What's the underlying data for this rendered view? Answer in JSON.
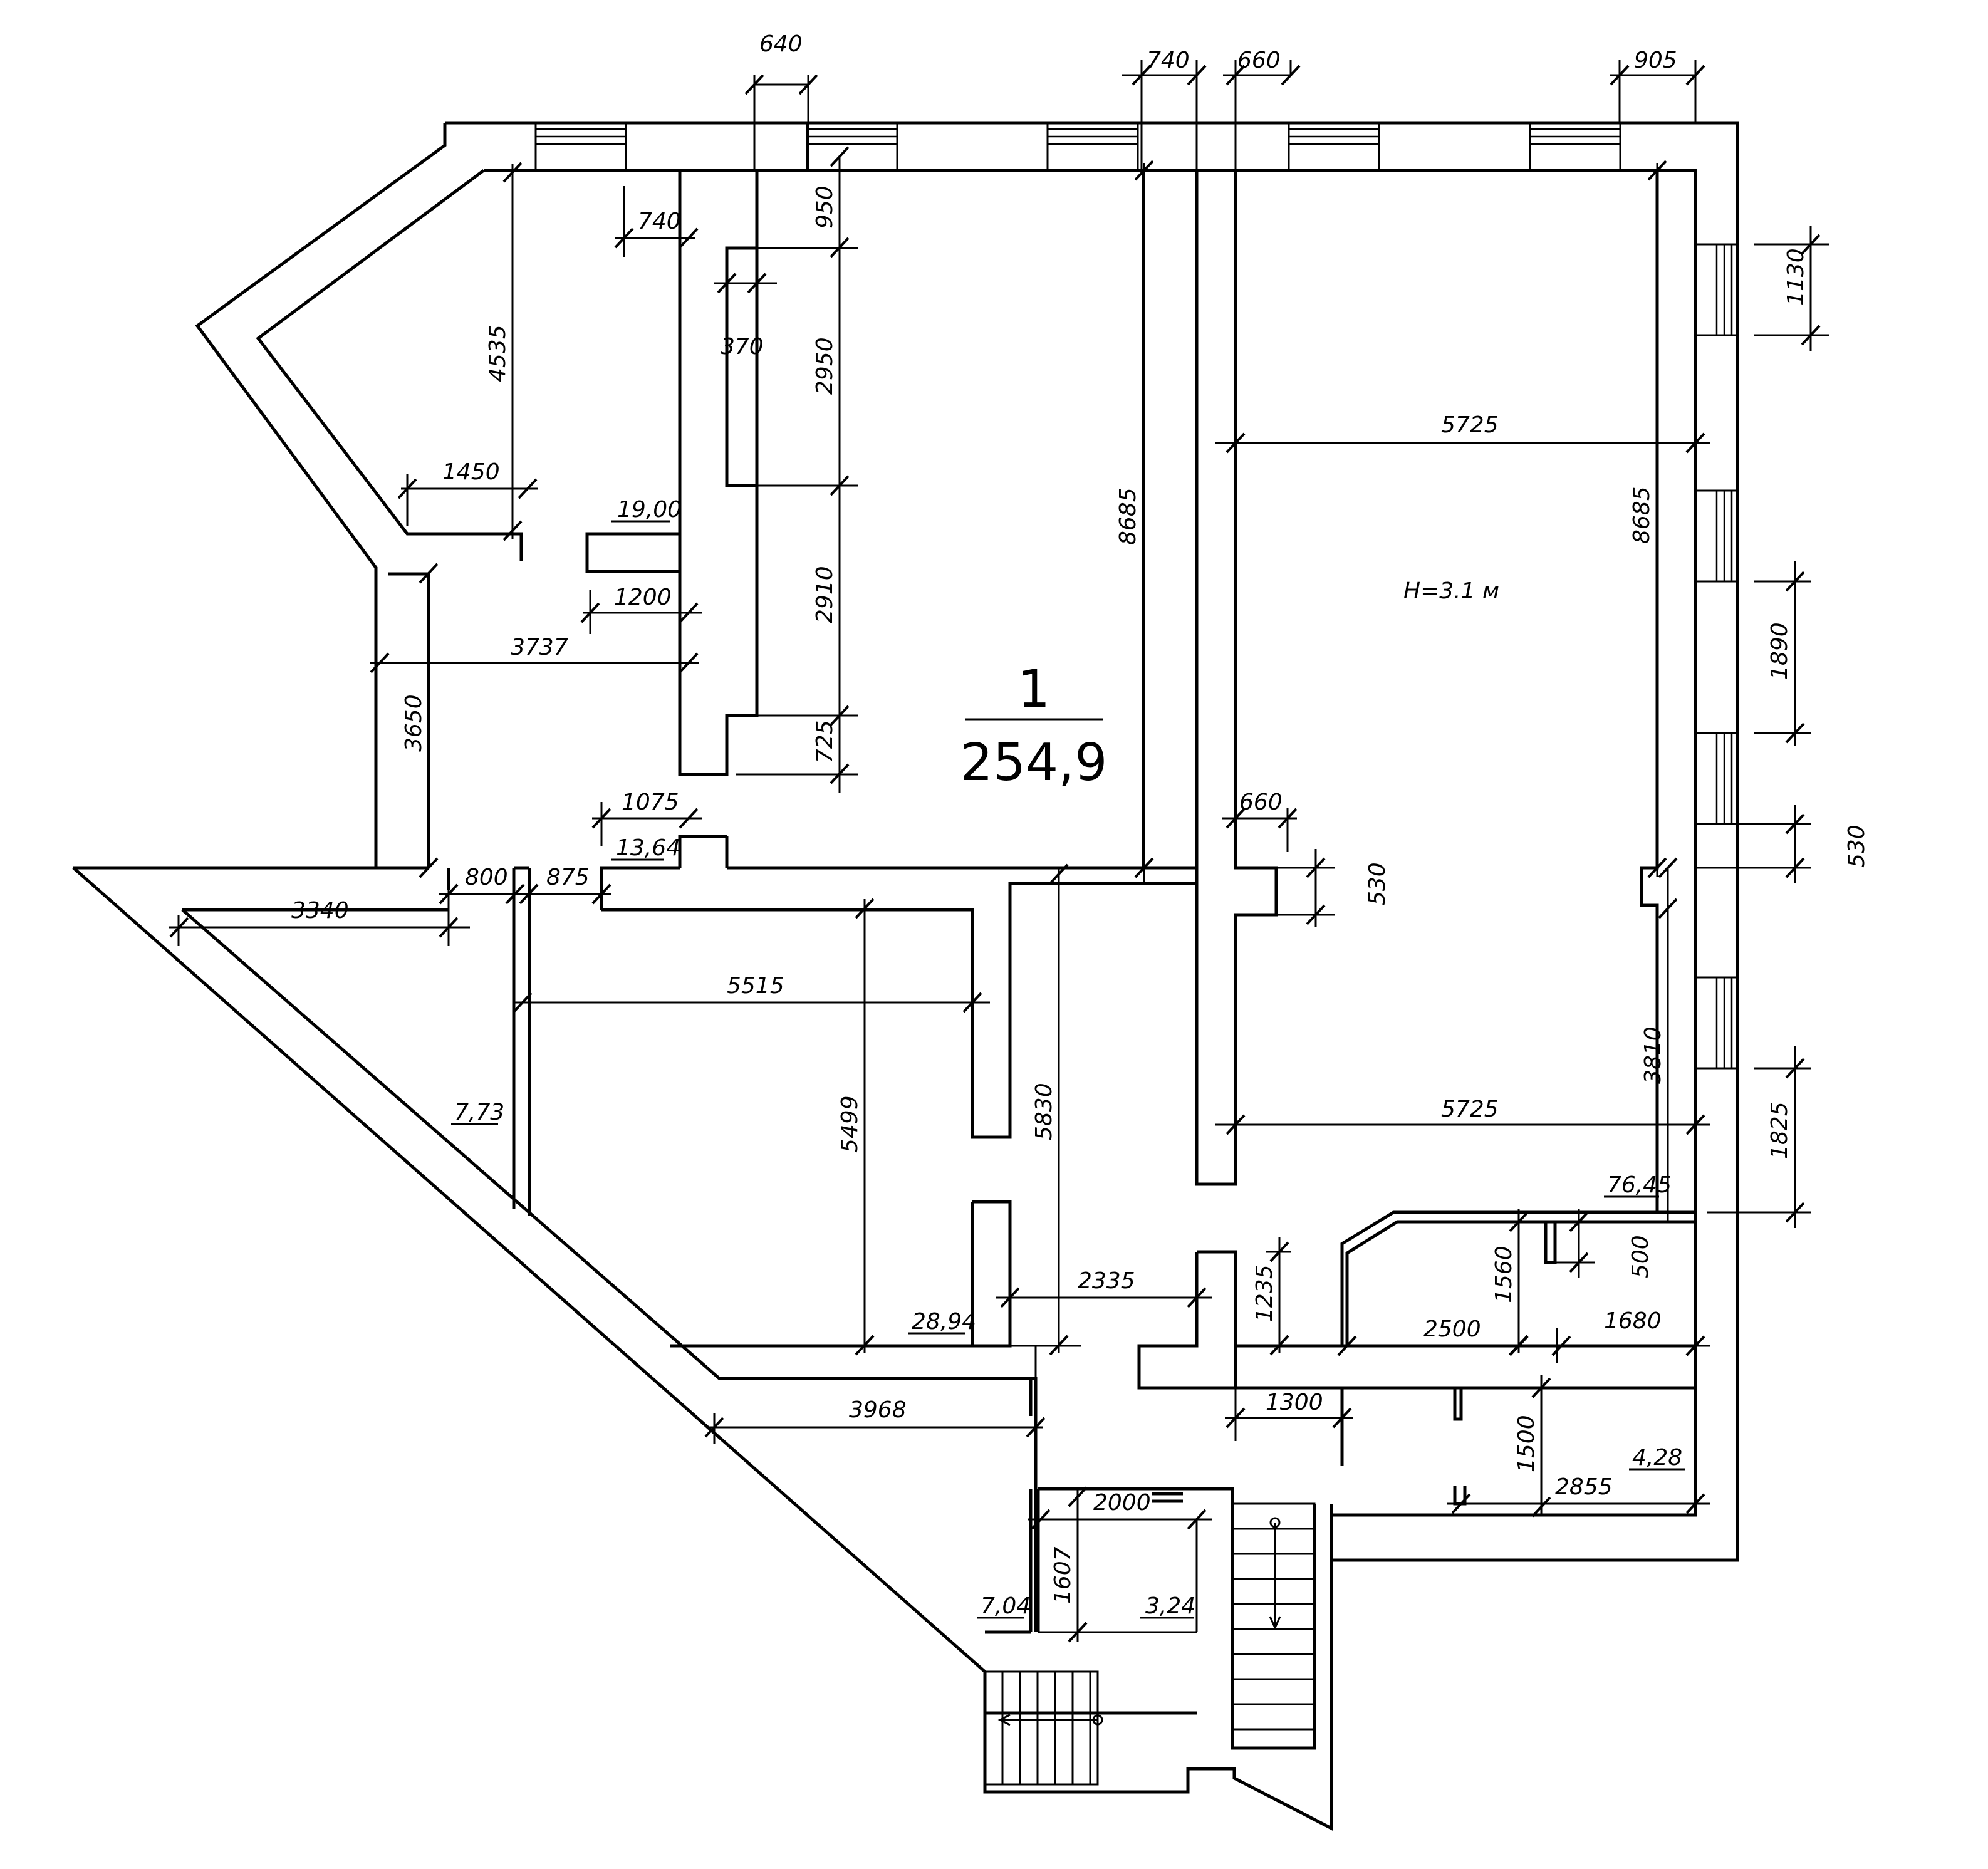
{
  "plan": {
    "room_number": "1",
    "room_total_area": "254,9",
    "ceiling_height": "H=3.1 м",
    "dimensions": {
      "top_640": "640",
      "top_740": "740",
      "top_660": "660",
      "top_905": "905",
      "d740_upper": "740",
      "d950": "950",
      "d370": "370",
      "d2950": "2950",
      "d2910": "2910",
      "d725": "725",
      "d4535": "4535",
      "d1450": "1450",
      "d1200": "1200",
      "d3737": "3737",
      "d3650": "3650",
      "d8685_left": "8685",
      "d8685_right": "8685",
      "d5725_top": "5725",
      "d5725_bottom": "5725",
      "d1130": "1130",
      "d1890": "1890",
      "d530_right": "530",
      "d530_mid": "530",
      "d660_mid": "660",
      "d1075": "1075",
      "d800": "800",
      "d875": "875",
      "d3340": "3340",
      "d5515": "5515",
      "d5499": "5499",
      "d5830": "5830",
      "d3810": "3810",
      "d1825": "1825",
      "d500": "500",
      "d1235": "1235",
      "d1560": "1560",
      "d2500": "2500",
      "d1680": "1680",
      "d2335": "2335",
      "d3968": "3968",
      "d1300": "1300",
      "d1500": "1500",
      "d2855": "2855",
      "d2000": "2000",
      "d1607": "1607"
    },
    "areas": {
      "a19_00": "19,00",
      "a13_64": "13,64",
      "a7_73": "7,73",
      "a28_94": "28,94",
      "a76_45": "76,45",
      "a4_28": "4,28",
      "a7_04": "7,04",
      "a3_24": "3,24"
    }
  }
}
